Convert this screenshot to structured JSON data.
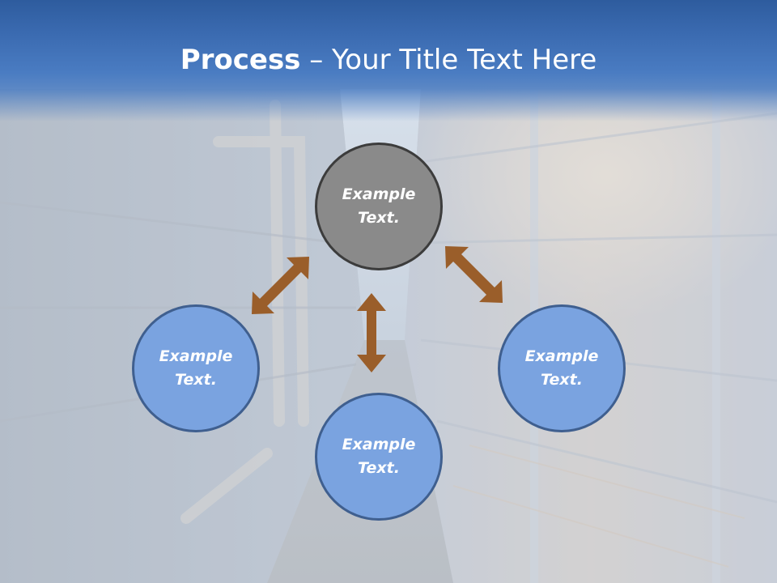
{
  "slide": {
    "title_bold": "Process",
    "title_rest": " – Your Title Text Here"
  },
  "colors": {
    "title_bar": "#3a6ab0",
    "node_fill": "#7aa3e0",
    "node_border": "#3f5f8f",
    "center_fill": "#8a8a8a",
    "center_border": "#3c3c3c",
    "arrow": "#9a5e2a"
  },
  "nodes": {
    "top": "Example\nText.",
    "left": "Example\nText.",
    "right": "Example\nText.",
    "bottom": "Example\nText."
  }
}
